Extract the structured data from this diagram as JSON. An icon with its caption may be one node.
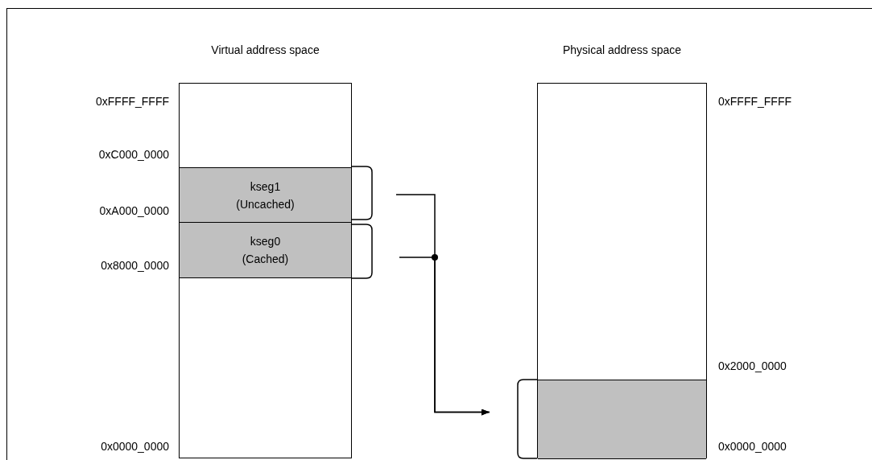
{
  "diagram": {
    "nodes": [
      {
        "text": [
          "Virtual address space"
        ]
      },
      {
        "text": [
          "kseg1 (Uncached)"
        ],
        "in": 0
      },
      {
        "text": [
          "kseg0 (Cached)"
        ],
        "in": 0
      },
      {
        "text": [
          "Physical address space"
        ]
      },
      {
        "text": [],
        "shape": "box",
        "in": 3
      }
    ],
    "edges": [
      {
        "from": 1,
        "to": 4,
        "arrow": "to"
      },
      {
        "from": 2,
        "to": 4,
        "arrow": "to"
      }
    ],
    "labels": [
      "0xFFFF_FFFF",
      "0xC000_0000",
      "0xA000_0000",
      "0x8000_0000",
      "0x0000_0000",
      "0xFFFF_FFFF",
      "0x2000_0000",
      "0x0000_0000"
    ]
  }
}
